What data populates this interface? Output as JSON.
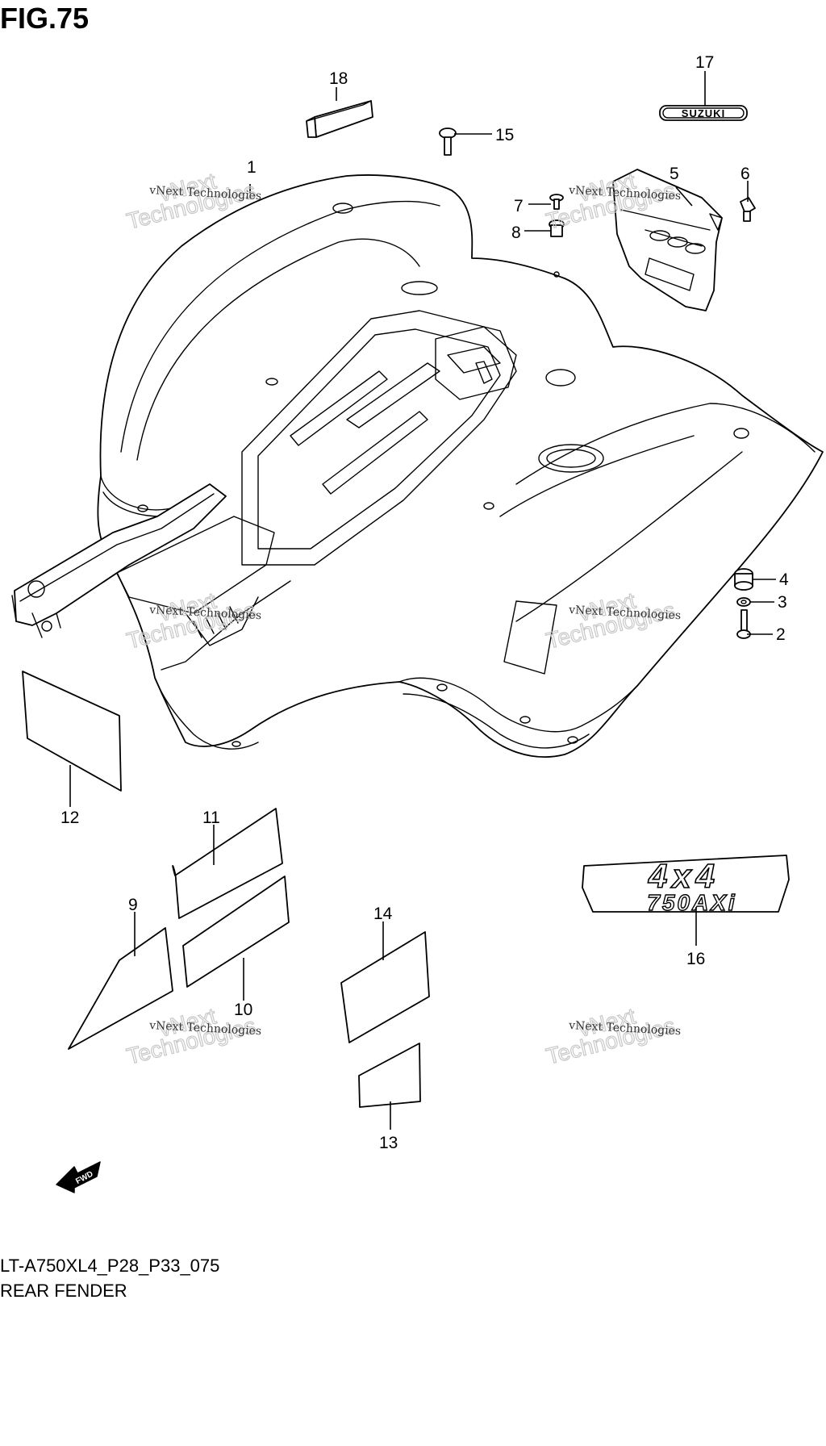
{
  "figure": {
    "title": "FIG.75",
    "code": "LT-A750XL4_P28_P33_075",
    "name": "REAR FENDER"
  },
  "watermark": {
    "line1": "vNext Technologies",
    "line2": "vNext",
    "line3": "Technologies"
  },
  "callouts": [
    {
      "id": "p1",
      "label": "1"
    },
    {
      "id": "p2",
      "label": "2"
    },
    {
      "id": "p3",
      "label": "3"
    },
    {
      "id": "p4",
      "label": "4"
    },
    {
      "id": "p5",
      "label": "5"
    },
    {
      "id": "p6",
      "label": "6"
    },
    {
      "id": "p7",
      "label": "7"
    },
    {
      "id": "p8",
      "label": "8"
    },
    {
      "id": "p9",
      "label": "9"
    },
    {
      "id": "p10",
      "label": "10"
    },
    {
      "id": "p11",
      "label": "11"
    },
    {
      "id": "p12",
      "label": "12"
    },
    {
      "id": "p13",
      "label": "13"
    },
    {
      "id": "p14",
      "label": "14"
    },
    {
      "id": "p15",
      "label": "15"
    },
    {
      "id": "p16",
      "label": "16"
    },
    {
      "id": "p17",
      "label": "17"
    },
    {
      "id": "p18",
      "label": "18"
    }
  ],
  "emblem": {
    "text": "SUZUKI"
  },
  "badge": {
    "line1": "4x4",
    "line2": "750AXi"
  },
  "fwd_arrow": {
    "text": "FWD"
  }
}
